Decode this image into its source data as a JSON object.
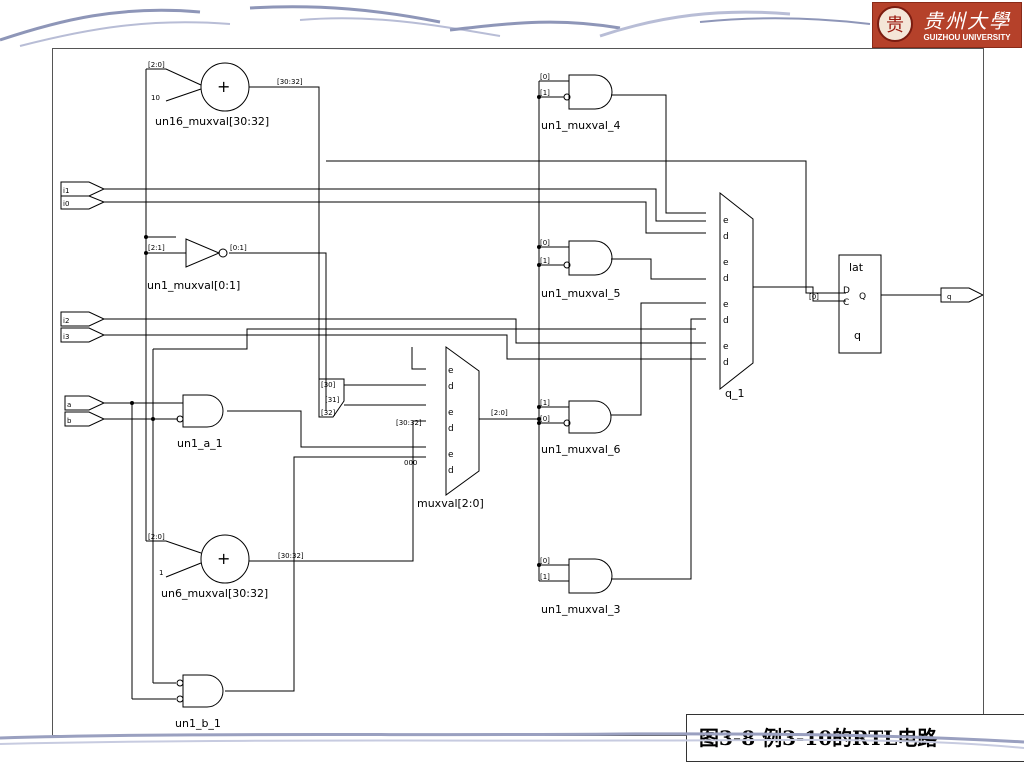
{
  "logo": {
    "emblem": "贵",
    "name_cn": "贵州大學",
    "name_en": "GUIZHOU UNIVERSITY"
  },
  "caption": "图3-8  例3-10的RTL电路",
  "diagram": {
    "labels": {
      "un16_muxval": "un16_muxval[30:32]",
      "un1_muxval_01": "un1_muxval[0:1]",
      "un1_a_1": "un1_a_1",
      "un6_muxval": "un6_muxval[30:32]",
      "un1_b_1": "un1_b_1",
      "muxval": "muxval[2:0]",
      "un1_muxval_4": "un1_muxval_4",
      "un1_muxval_5": "un1_muxval_5",
      "un1_muxval_6": "un1_muxval_6",
      "un1_muxval_3": "un1_muxval_3",
      "q_1": "q_1",
      "lat_title": "lat",
      "lat_d": "D",
      "lat_c": "C",
      "lat_q_pin": "Q",
      "lat_q": "q"
    },
    "ports": {
      "i1": "i1",
      "i0": "i0",
      "i2": "i2",
      "i3": "i3",
      "a": "a",
      "b": "b",
      "q": "q"
    },
    "pins": {
      "p20_top": "[2:0]",
      "const10": "10",
      "p3032_top": "[30:32]",
      "p21": "[2:1]",
      "p01": "[0:1]",
      "p20_mid": "[2:0]",
      "p20_bot": "[2:0]",
      "const1": "1",
      "p3032_bot": "[30:32]",
      "p30": "[30]",
      "p31": "[31]",
      "p32": "[32]",
      "p3032_mux": "[30:32]",
      "p000": "000",
      "g4_0": "[0]",
      "g4_1": "[1]",
      "g5_0": "[0]",
      "g5_1": "[1]",
      "g6_1": "[1]",
      "g6_0": "[0]",
      "g3_0": "[0]",
      "g3_1": "[1]",
      "lat_0": "[0]",
      "add_plus": "+"
    },
    "mux_pins": {
      "e": "e",
      "d": "d"
    }
  }
}
